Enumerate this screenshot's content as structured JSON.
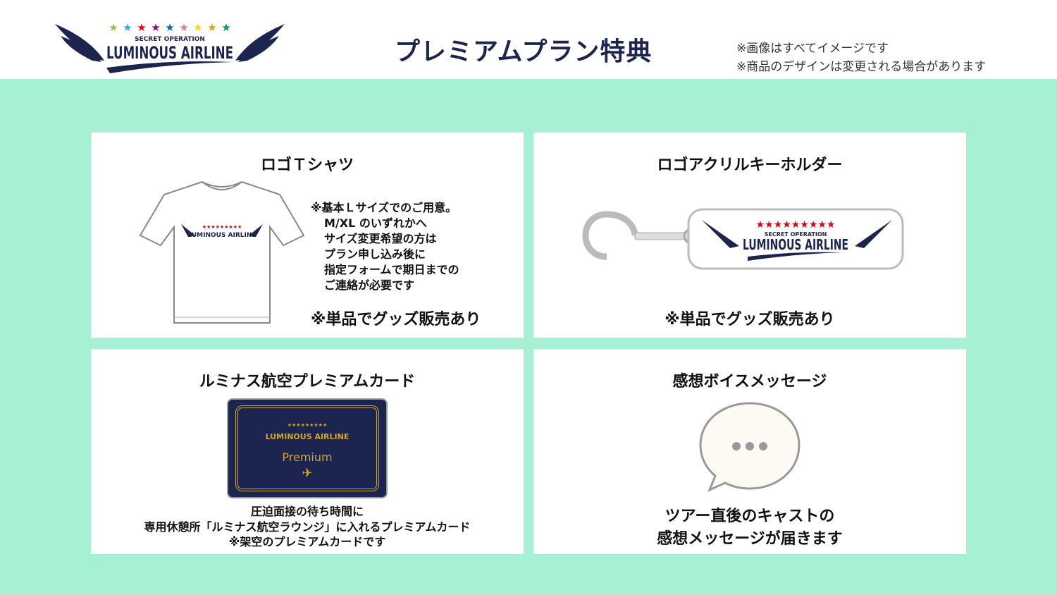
{
  "header": {
    "logo_text": "LUMINOUS AIRLINE",
    "logo_subtext": "SECRET OPERATION",
    "title": "プレミアムプラン特典",
    "notes": [
      "※画像はすべてイメージです",
      "※商品のデザインは変更される場合があります"
    ]
  },
  "colors": {
    "background": "#a6f1d3",
    "navy": "#1c2550",
    "gold": "#d4a621",
    "stars": [
      "#8cc63f",
      "#29abe2",
      "#e60012",
      "#920783",
      "#0068b7",
      "#eb6ea5",
      "#fff100",
      "#f39800",
      "#009944"
    ]
  },
  "cards": [
    {
      "title": "ロゴＴシャツ",
      "note": [
        "※基本Ｌサイズでのご用意。",
        "M/XL のいずれかへ",
        "サイズ変更希望の方は",
        "プラン申し込み後に",
        "指定フォームで期日までの",
        "ご連絡が必要です"
      ],
      "sold": "※単品でグッズ販売あり"
    },
    {
      "title": "ロゴアクリルキーホルダー",
      "sold": "※単品でグッズ販売あり"
    },
    {
      "title": "ルミナス航空プレミアムカード",
      "card_label": "Premium",
      "desc": [
        "圧迫面接の待ち時間に",
        "専用休憩所「ルミナス航空ラウンジ」に入れるプレミアムカード",
        "※架空のプレミアムカードです"
      ]
    },
    {
      "title": "感想ボイスメッセージ",
      "desc": [
        "ツアー直後のキャストの",
        "感想メッセージが届きます"
      ]
    }
  ]
}
